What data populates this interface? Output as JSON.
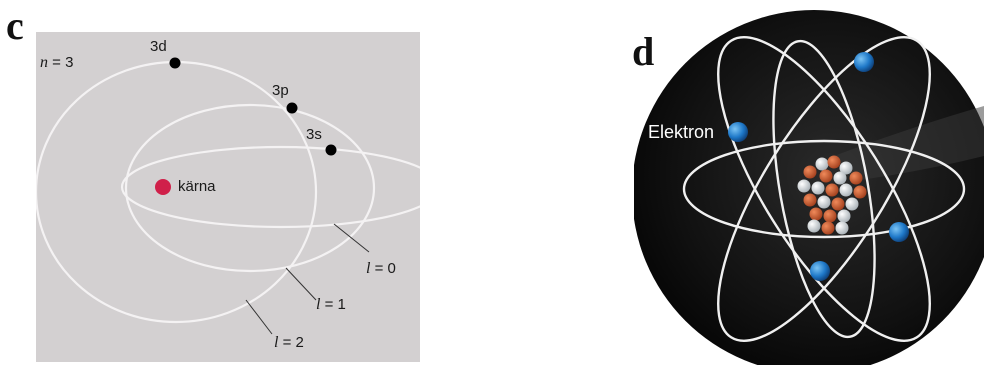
{
  "panel_c": {
    "letter": "c",
    "shell_label": {
      "n": "n",
      "rest": " = 3"
    },
    "orbital_labels": [
      "3d",
      "3p",
      "3s"
    ],
    "nucleus_label": "kärna",
    "l_labels": [
      {
        "var": "l",
        "rest": " = 0"
      },
      {
        "var": "l",
        "rest": " = 1"
      },
      {
        "var": "l",
        "rest": " = 2"
      }
    ],
    "colors": {
      "background": "#d3d0d1",
      "nucleus": "#d0204a",
      "orbit": "#f4f2f3",
      "electron": "#000000"
    }
  },
  "panel_d": {
    "letter": "d",
    "electron_label": "Elektron",
    "colors": {
      "background": "#0c0c0c",
      "electron": "#1e78c8",
      "proton": "#c45a2e",
      "neutron": "#e8e8e8",
      "orbit": "#f0f0f0"
    }
  }
}
